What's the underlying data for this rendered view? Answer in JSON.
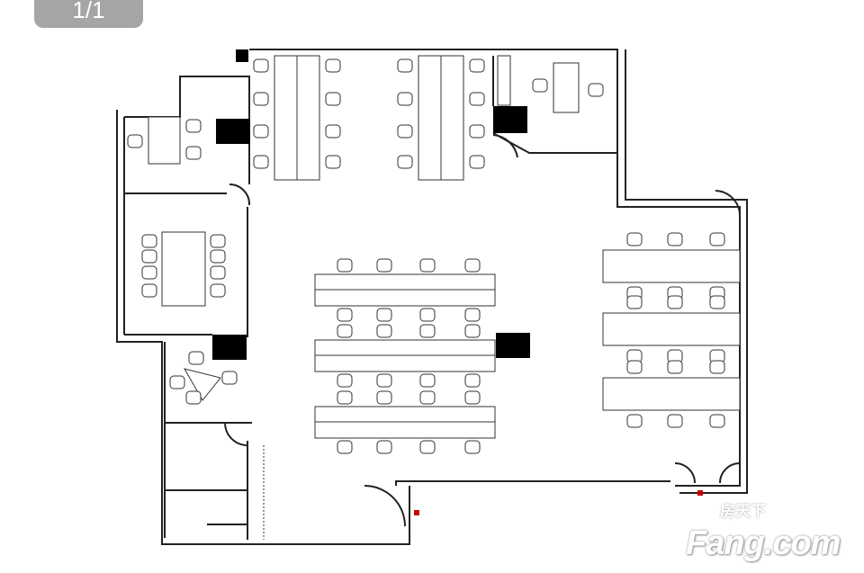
{
  "viewer": {
    "page_indicator": "1/1"
  },
  "watermark": {
    "chinese": "房天下",
    "brand": "Fang.com"
  },
  "plan": {
    "wall_color": "#222222",
    "column_color": "#000000",
    "exit_marker_color": "#cc0000"
  }
}
